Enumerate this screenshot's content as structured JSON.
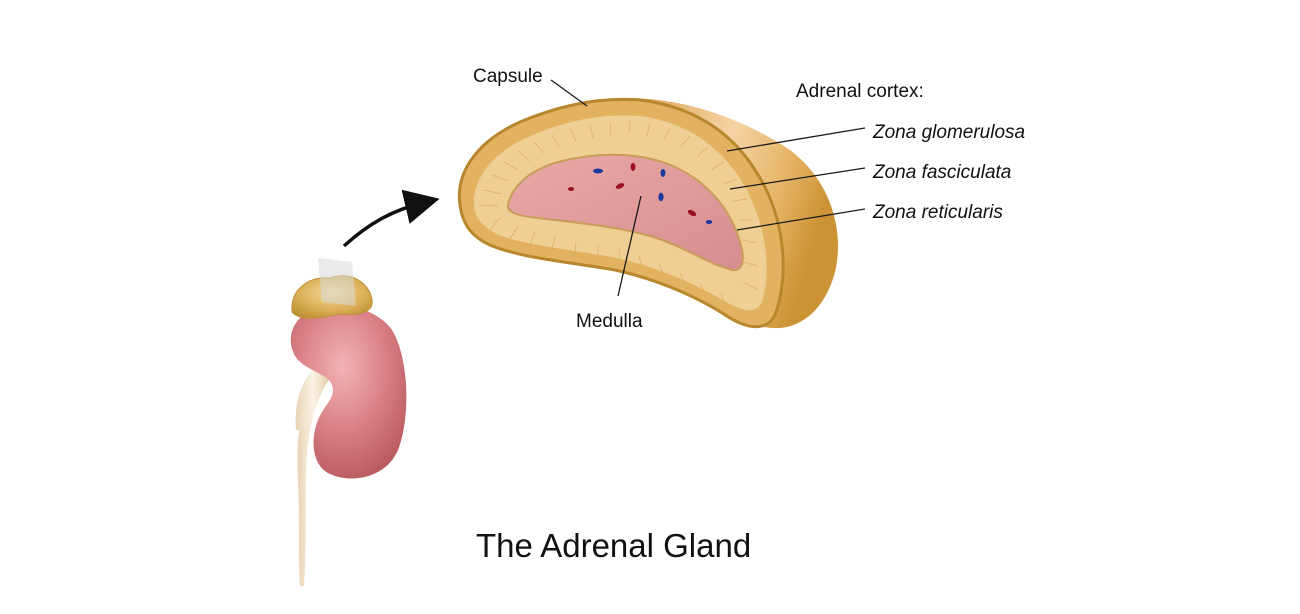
{
  "title": "The Adrenal Gland",
  "labels": {
    "capsule": "Capsule",
    "adrenal_cortex": "Adrenal cortex:",
    "zona_glomerulosa": "Zona glomerulosa",
    "zona_fasciculata": "Zona fasciculata",
    "zona_reticularis": "Zona reticularis",
    "medulla": "Medulla"
  },
  "colors": {
    "gland": "#d9a648",
    "gland_highlight": "#f6d8a8",
    "cortex": "#efcc8c",
    "medulla": "#dc9496",
    "kidney": "#d97f84",
    "ureter": "#efe0c8",
    "artery": "#9b1020",
    "vein": "#1a3aa0"
  },
  "icons": {
    "arrow": "curved-arrow-icon"
  }
}
